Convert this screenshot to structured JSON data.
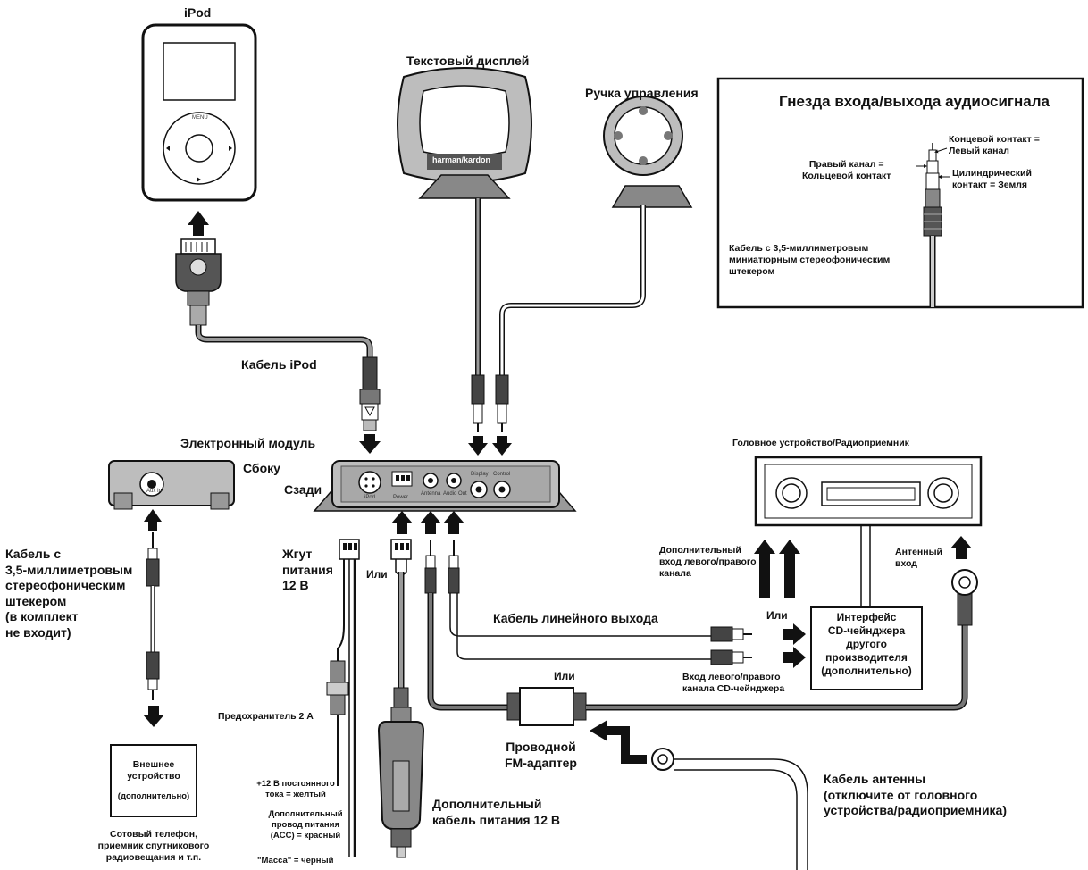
{
  "labels": {
    "ipod": "iPod",
    "text_display": "Текстовый дисплей",
    "control_knob": "Ручка управления",
    "audio_panel_title": "Гнезда входа/выхода аудиосигнала",
    "tip_contact": "Концевой контакт =\nЛевый канал",
    "right_channel": "Правый канал =\nКольцевой контакт",
    "sleeve_contact": "Цилиндрический\nконтакт = Земля",
    "stereo_cable_panel": "Кабель с 3,5-миллиметровым\nминиатюрным стереофоническим\nштекером",
    "ipod_cable": "Кабель iPod",
    "electronic_module": "Электронный модуль",
    "side": "Сбоку",
    "rear": "Сзади",
    "head_unit": "Головное устройство/Радиоприемник",
    "aux_input": "Дополнительный\nвход левого/правого\nканала",
    "antenna_input": "Антенный\nвход",
    "stereo_cable_left": "Кабель с\n3,5-миллиметровым\nстереофоническим\nштекером\n(в комплект\nне входит)",
    "harness": "Жгут\nпитания\n12 В",
    "or1": "Или",
    "or2": "Или",
    "or3": "Или",
    "line_out_cable": "Кабель линейного выхода",
    "cd_interface": "Интерфейс\nCD-чейнджера\nдругого\nпроизводителя\n(дополнительно)",
    "cd_input": "Вход левого/правого\nканала CD-чейнджера",
    "fuse": "Предохранитель 2 А",
    "fm_adapter": "Проводной\nFM-адаптер",
    "antenna_cable": "Кабель антенны\n(отключите от головного\nустройства/радиоприемника)",
    "external_device_line1": "Внешнее\nустройство",
    "external_device_line2": "(дополнительно)",
    "devices_note": "Сотовый телефон,\nприемник спутникового\nрадиовещания и т.п.",
    "plus12v": "+12 В постоянного\nтока = желтый",
    "acc_wire": "Дополнительный\nпровод питания\n(ACC) = красный",
    "ground": "\"Масса\" = черный",
    "aux_power_cable": "Дополнительный\nкабель питания 12 В"
  },
  "device_text": {
    "brand": "harman/kardon",
    "ipod_menu": "MENU",
    "port_ipod": "iPod",
    "port_power": "Power",
    "port_antenna": "Antenna",
    "port_audio_out": "Audio Out",
    "port_display": "Display",
    "port_control": "Control",
    "port_aux": "Aux In"
  },
  "colors": {
    "line": "#111111",
    "cable_gray": "#9a9a9a",
    "device_fill": "#bdbdbd",
    "device_dark": "#6e6e6e"
  }
}
